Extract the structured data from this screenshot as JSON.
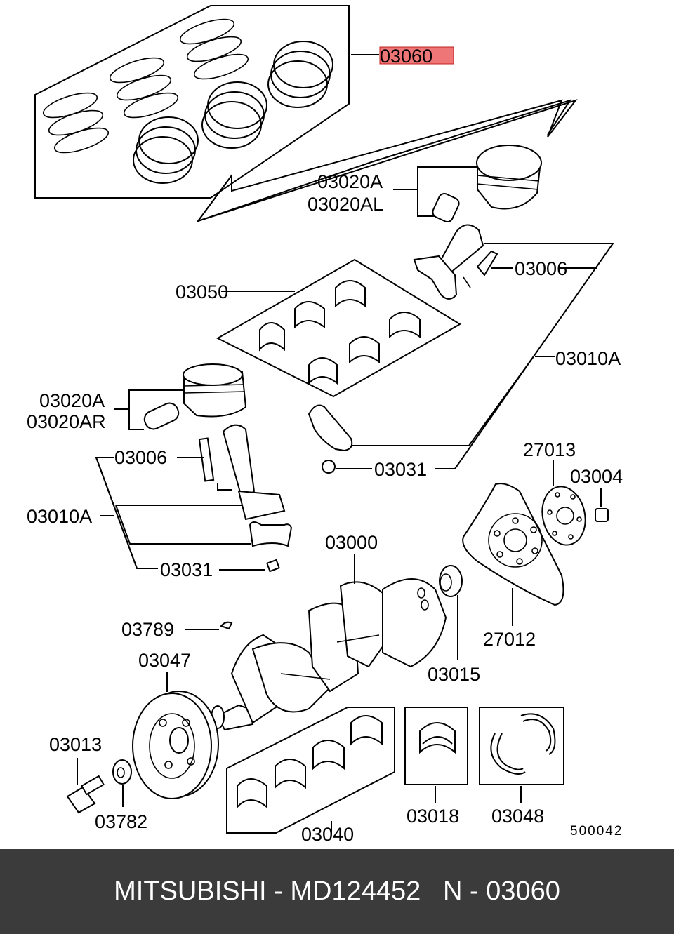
{
  "highlight_color": "#e84848",
  "footer_color": "#3b3b3b",
  "labels": {
    "p03060": "03060",
    "p03020A_top": "03020A",
    "p03020AL": "03020AL",
    "p03006_top": "03006",
    "p03050": "03050",
    "p03010A_right": "03010A",
    "p03020A_left": "03020A",
    "p03020AR": "03020AR",
    "p03006_left": "03006",
    "p03031_right": "03031",
    "p27013": "27013",
    "p03004": "03004",
    "p03010A_left": "03010A",
    "p03000": "03000",
    "p03031_left": "03031",
    "p03789": "03789",
    "p03047": "03047",
    "p03015": "03015",
    "p27012": "27012",
    "p03013": "03013",
    "p03782": "03782",
    "p03040": "03040",
    "p03018": "03018",
    "p03048": "03048",
    "ref_code": "500042"
  },
  "footer": {
    "text": "MITSUBISHI - MD124452   N - 03060"
  }
}
